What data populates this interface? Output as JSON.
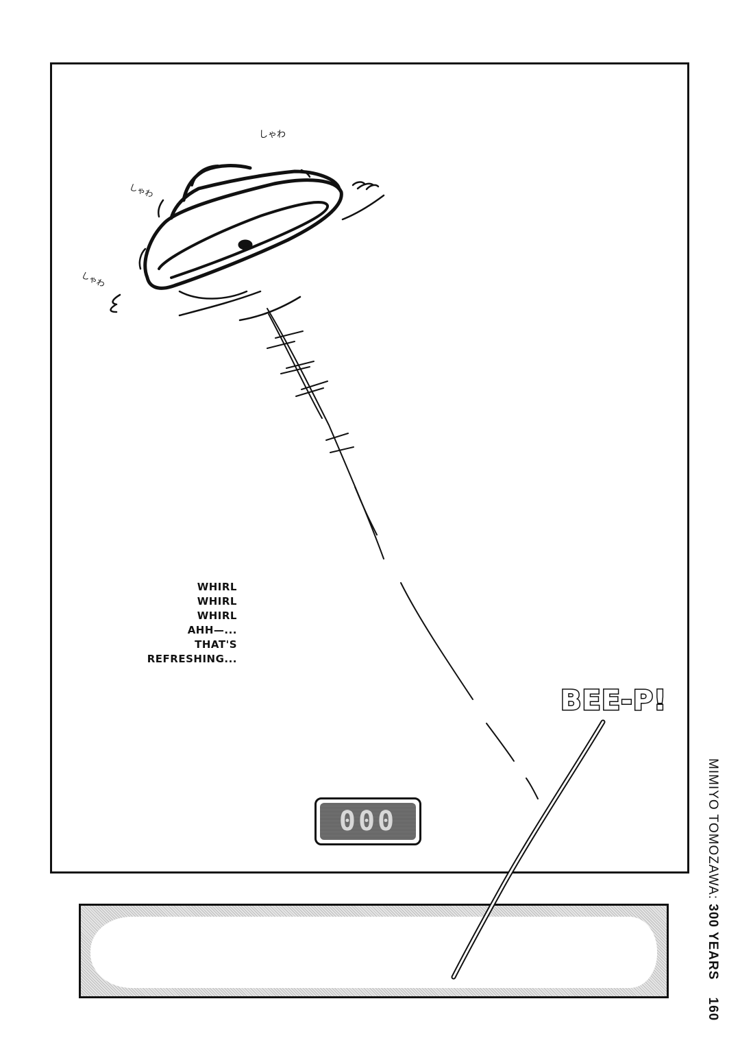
{
  "sfx": {
    "shuwa_1": "しゃわ",
    "shuwa_2": "しゃわ",
    "shuwa_3": "しゃわ"
  },
  "dialogue": {
    "lines": [
      "WHIRL",
      "WHIRL",
      "WHIRL",
      "AHH—...",
      "THAT'S",
      "REFRESHING..."
    ]
  },
  "beep": "BEE-P!",
  "display": {
    "value": "000"
  },
  "footer": {
    "series_title": "MIMIYO TOMOZAWA:",
    "subtitle": "300 YEARS",
    "page_number": "160"
  }
}
